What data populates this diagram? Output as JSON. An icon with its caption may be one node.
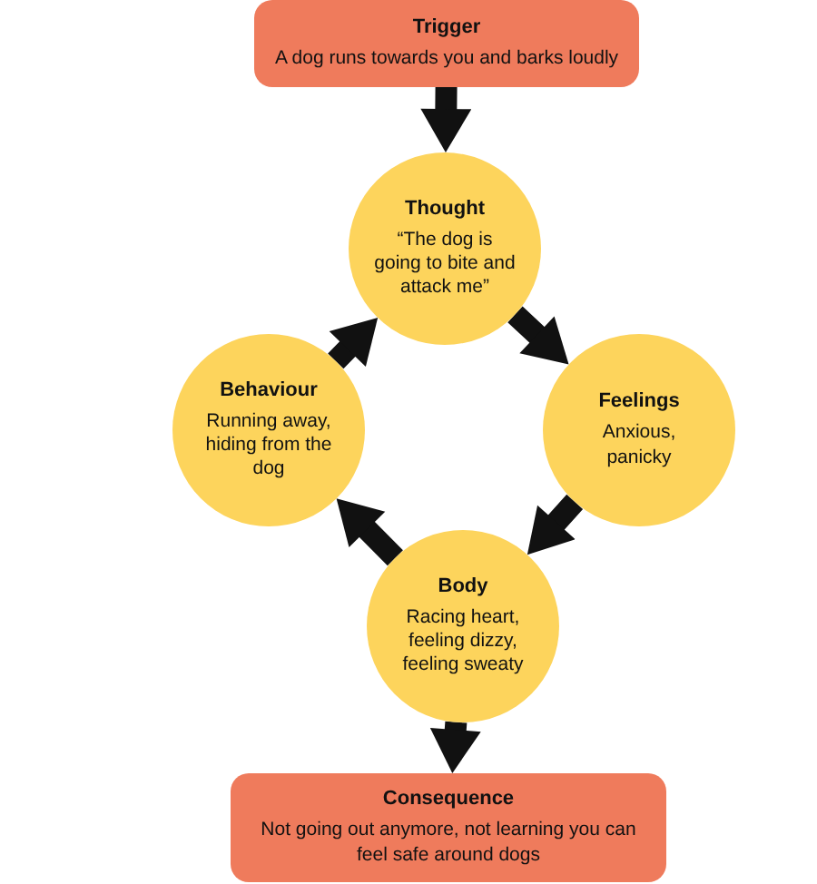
{
  "diagram": {
    "nodes": [
      {
        "text": [
          "Trigger",
          "A dog runs towards you and barks loudly"
        ]
      },
      {
        "text": [
          "Thought",
          "“The dog is going to bite and attack me”"
        ]
      },
      {
        "text": [
          "Feelings",
          "Anxious, panicky"
        ]
      },
      {
        "text": [
          "Body",
          "Racing heart, feeling dizzy, feeling sweaty"
        ]
      },
      {
        "text": [
          "Behaviour",
          "Running away, hiding from the dog"
        ]
      },
      {
        "text": [
          "Consequence",
          "Not going out anymore, not learning you can feel safe around dogs"
        ]
      }
    ],
    "edges": [
      {
        "from": 0,
        "to": 1,
        "arrow": "to"
      },
      {
        "from": 1,
        "to": 2,
        "arrow": "to"
      },
      {
        "from": 2,
        "to": 3,
        "arrow": "to"
      },
      {
        "from": 3,
        "to": 4,
        "arrow": "to"
      },
      {
        "from": 4,
        "to": 1,
        "arrow": "to"
      },
      {
        "from": 3,
        "to": 5,
        "arrow": "to"
      }
    ]
  }
}
